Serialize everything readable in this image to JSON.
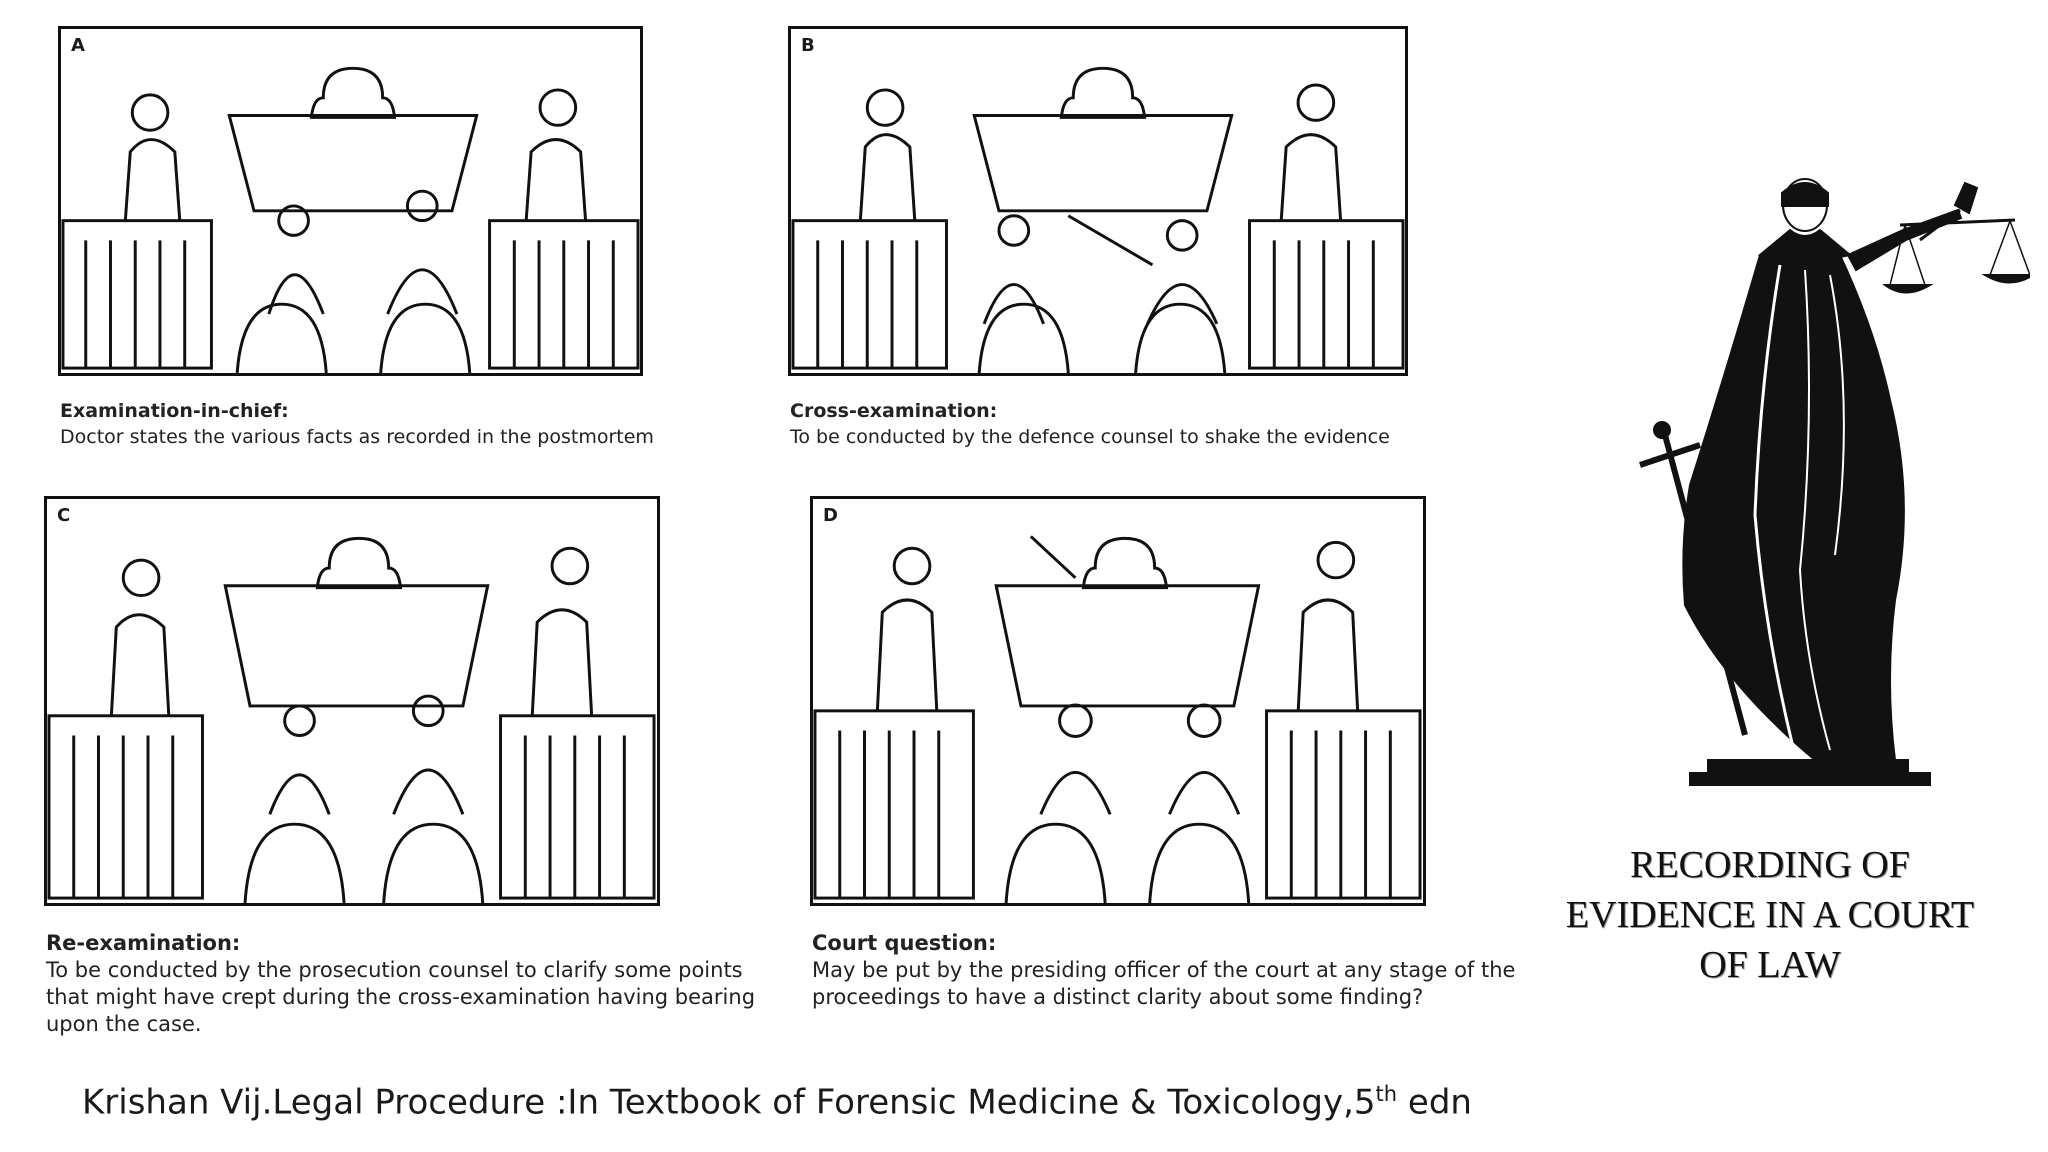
{
  "panels": [
    {
      "letter": "A",
      "title": "Examination-in-chief:",
      "text": "Doctor states the various facts as recorded in the postmortem"
    },
    {
      "letter": "B",
      "title": "Cross-examination:",
      "text": "To be conducted by the defence counsel to shake the evidence"
    },
    {
      "letter": "C",
      "title": "Re-examination:",
      "text": "To be conducted by the prosecution counsel to clarify some points that might have crept during the cross-examination having bearing upon the case."
    },
    {
      "letter": "D",
      "title": "Court question:",
      "text": "May be put by the presiding officer of the court at any stage of the proceedings to have a distinct clarity about some finding?"
    }
  ],
  "slide_title": {
    "line1": "RECORDING OF",
    "line2": "EVIDENCE IN A COURT",
    "line3": "OF LAW"
  },
  "citation": {
    "main": "Krishan Vij.Legal Procedure :In Textbook of Forensic Medicine & Toxicology,5",
    "sup": "th",
    "tail": "edn"
  },
  "icons": {
    "justice": "lady-justice-statue-icon"
  }
}
